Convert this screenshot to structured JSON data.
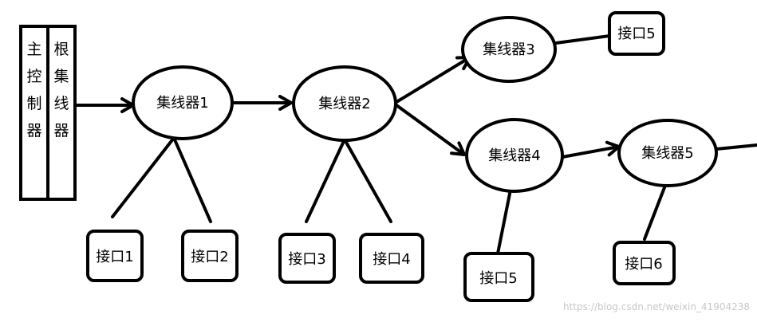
{
  "controller": {
    "main": [
      "主",
      "控",
      "制",
      "器"
    ],
    "root": [
      "根",
      "集",
      "线",
      "器"
    ]
  },
  "hubs": [
    "集线器1",
    "集线器2",
    "集线器3",
    "集线器4",
    "集线器5"
  ],
  "ports": [
    "接口1",
    "接口2",
    "接口3",
    "接口4",
    "接口5",
    "接口5",
    "接口6"
  ],
  "watermark": "https://blog.csdn.net/weixin_41904238"
}
